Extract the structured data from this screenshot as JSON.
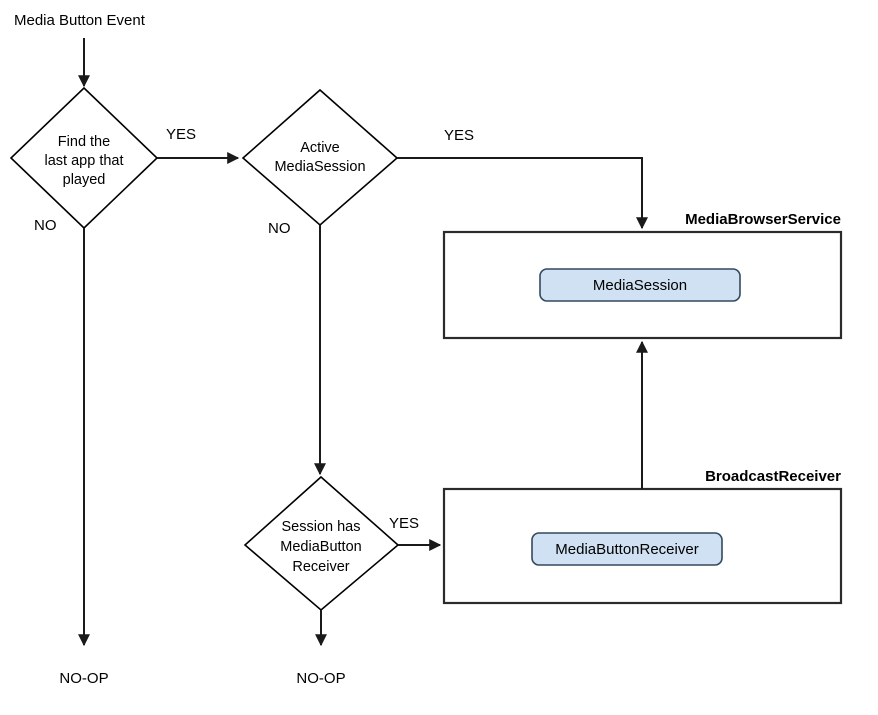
{
  "diagram": {
    "title": "Media Button Event",
    "terminals": [
      {
        "id": "no-op-left",
        "label": "NO-OP"
      },
      {
        "id": "no-op-middle",
        "label": "NO-OP"
      }
    ],
    "decisions": [
      {
        "id": "find-last-app",
        "lines": [
          "Find the",
          "last app that",
          "played"
        ],
        "yes_label": "YES",
        "no_label": "NO"
      },
      {
        "id": "active-mediasession",
        "lines": [
          "Active",
          "MediaSession"
        ],
        "yes_label": "YES",
        "no_label": "NO"
      },
      {
        "id": "session-has-mediabutton-receiver",
        "lines": [
          "Session  has",
          "MediaButton",
          "Receiver"
        ],
        "yes_label": "YES",
        "no_label": ""
      }
    ],
    "groups": [
      {
        "id": "media-browser-service",
        "title": "MediaBrowserService",
        "component": "MediaSession"
      },
      {
        "id": "broadcast-receiver",
        "title": "BroadcastReceiver",
        "component": "MediaButtonReceiver"
      }
    ],
    "colors": {
      "component_fill": "#cfe1f3",
      "component_stroke": "#34495e",
      "line": "#1a1a1a",
      "box_stroke": "#2b2b2b",
      "background": "#ffffff"
    }
  }
}
